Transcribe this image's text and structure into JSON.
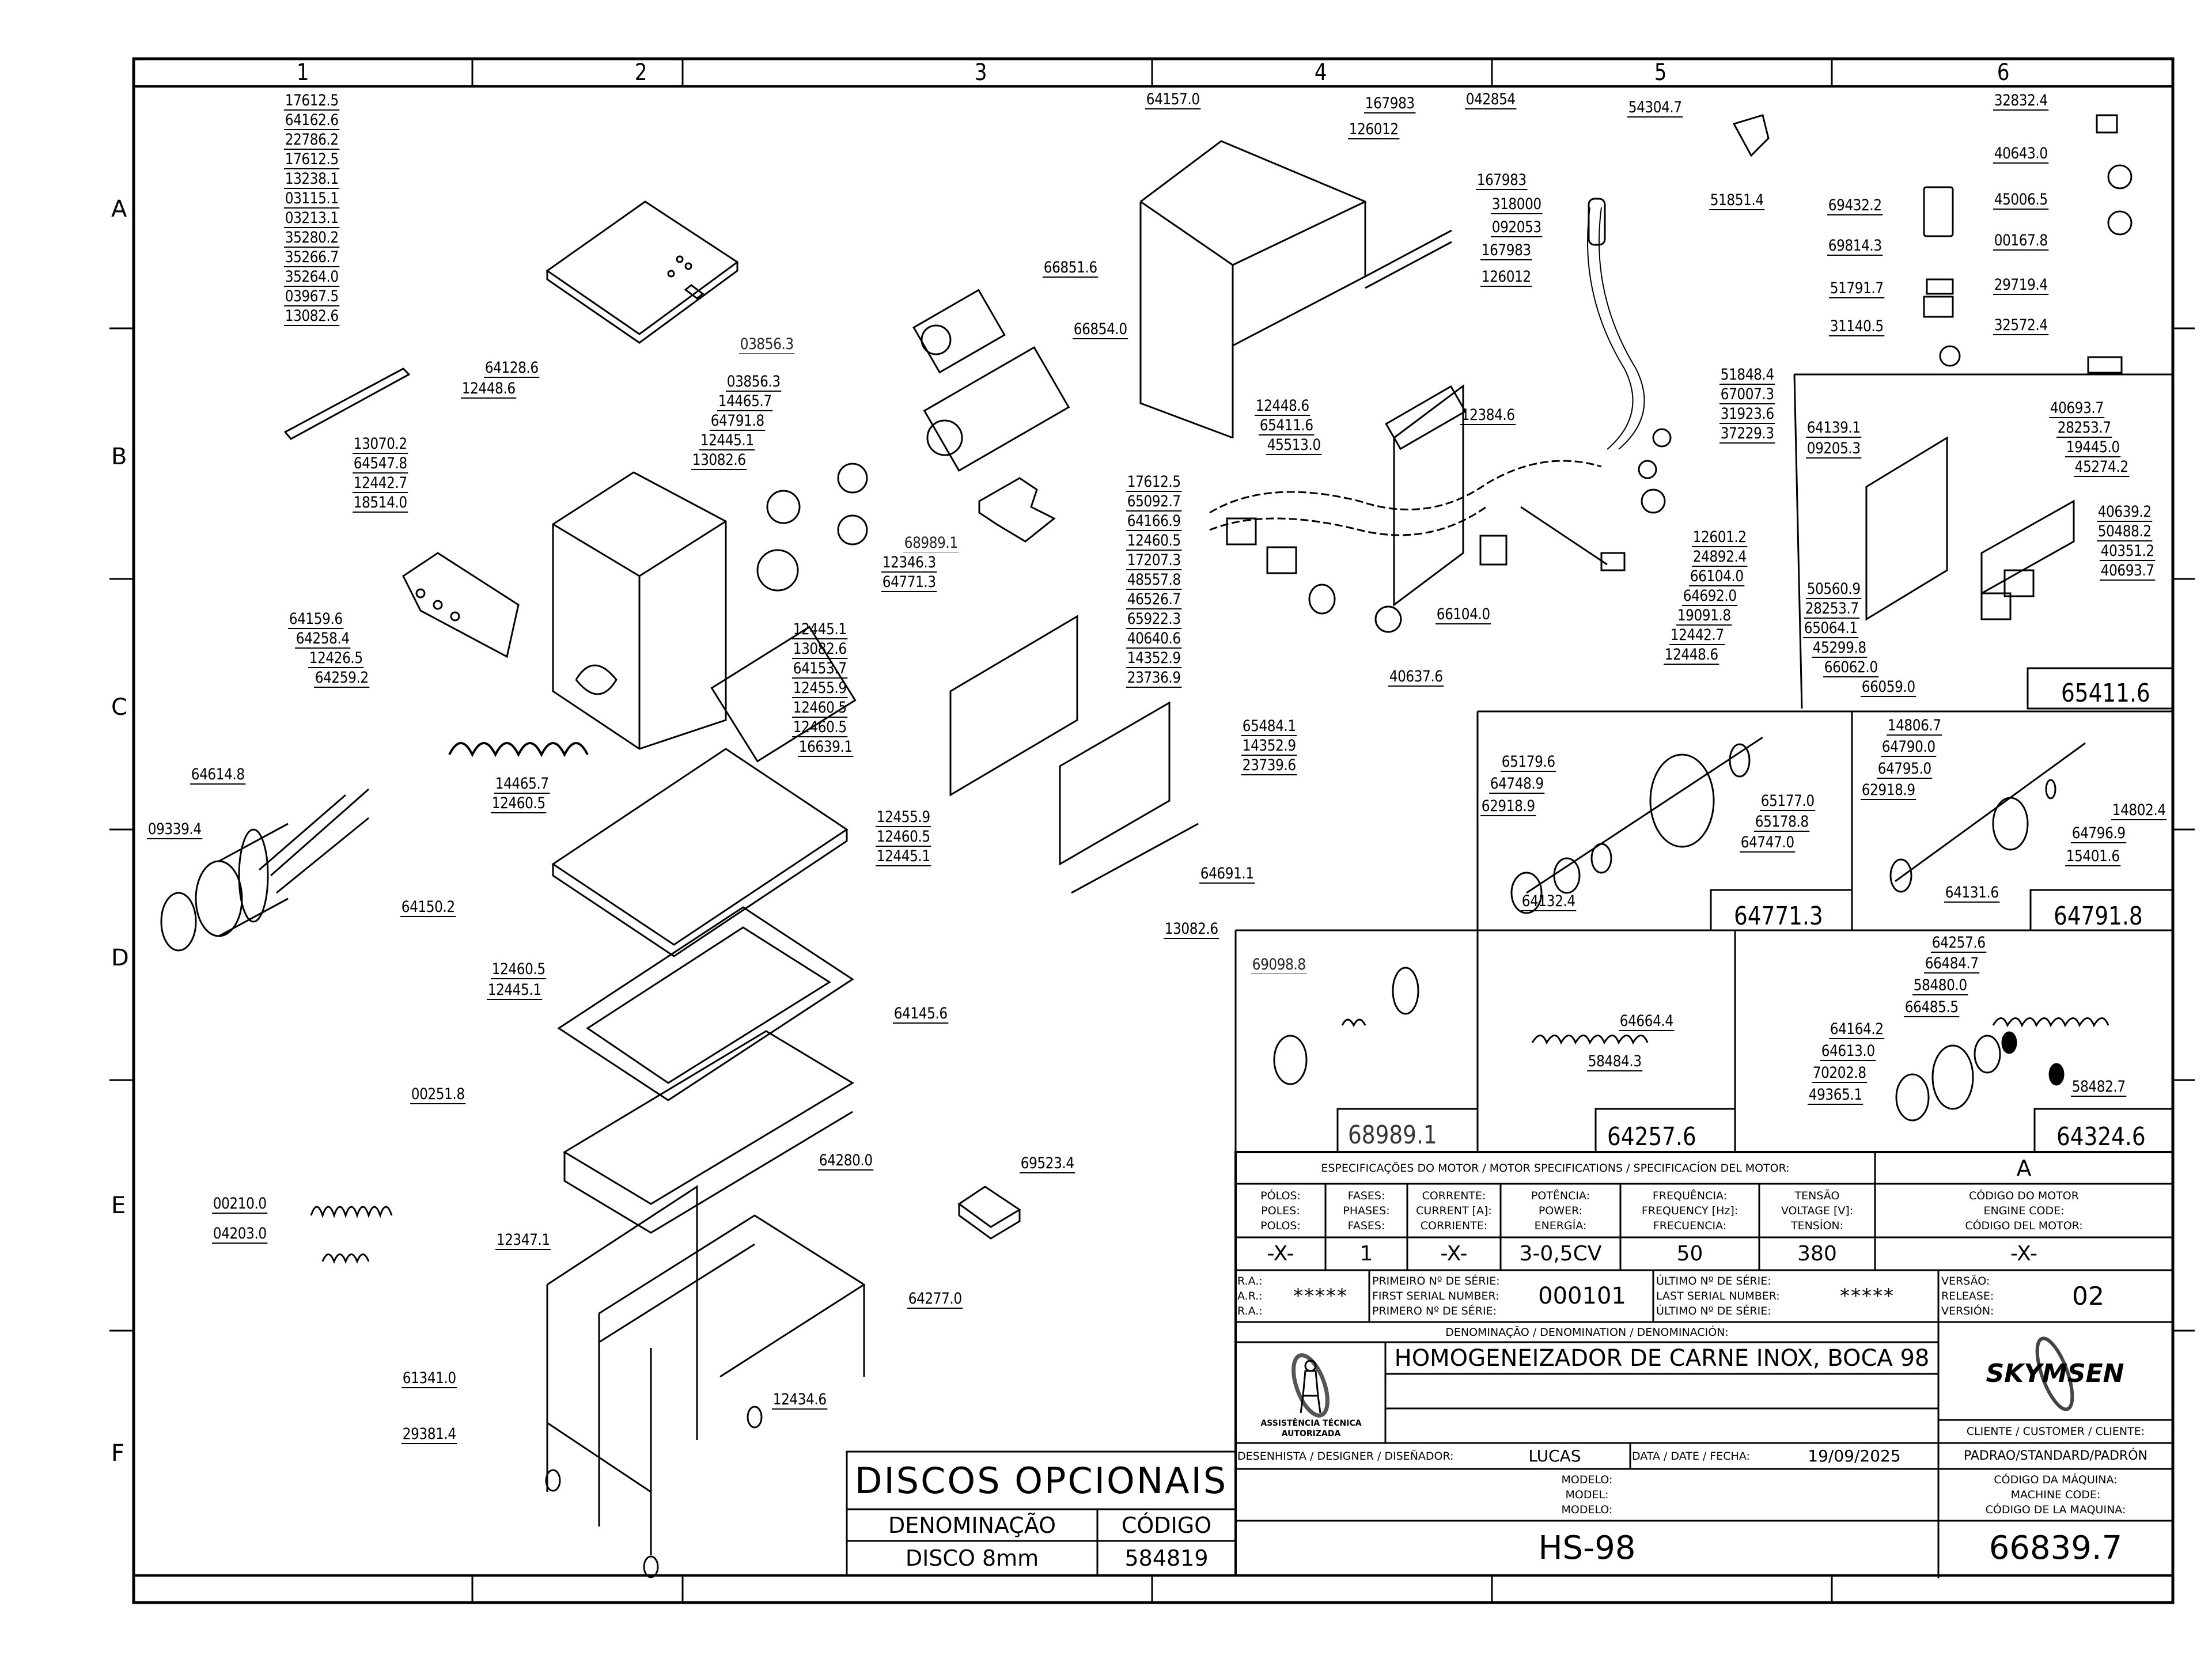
{
  "sheet": {
    "columns": [
      "1",
      "2",
      "3",
      "4",
      "5",
      "6"
    ],
    "rows": [
      "A",
      "B",
      "C",
      "D",
      "E",
      "F"
    ]
  },
  "callouts": [
    "17612.5",
    "64162.6",
    "22786.2",
    "17612.5",
    "13238.1",
    "03115.1",
    "03213.1",
    "35280.2",
    "35266.7",
    "35264.0",
    "03967.5",
    "13082.6",
    "64128.6",
    "12448.6",
    "13070.2",
    "64547.8",
    "12442.7",
    "18514.0",
    "64159.6",
    "64258.4",
    "12426.5",
    "64259.2",
    "03856.3",
    "03856.3",
    "14465.7",
    "64791.8",
    "12445.1",
    "13082.6",
    "68989.1",
    "12346.3",
    "64771.3",
    "66851.6",
    "66854.0",
    "64157.0",
    "167983",
    "042854",
    "126012",
    "167983",
    "318000",
    "092053",
    "167983",
    "126012",
    "54304.7",
    "51851.4",
    "17612.5",
    "65092.7",
    "64166.9",
    "12460.5",
    "17207.3",
    "48557.8",
    "46526.7",
    "65922.3",
    "40640.6",
    "14352.9",
    "23736.9",
    "12445.1",
    "13082.6",
    "64153.7",
    "12455.9",
    "12460.5",
    "12460.5",
    "16639.1",
    "65484.1",
    "14352.9",
    "23739.6",
    "64691.1",
    "13082.6",
    "12448.6",
    "65411.6",
    "45513.0",
    "12384.6",
    "66104.0",
    "40637.6",
    "51848.4",
    "67007.3",
    "31923.6",
    "37229.3",
    "12601.2",
    "24892.4",
    "66104.0",
    "64692.0",
    "19091.8",
    "12442.7",
    "12448.6",
    "64614.8",
    "09339.4",
    "14465.7",
    "12460.5",
    "12455.9",
    "12460.5",
    "12445.1",
    "64150.2",
    "12460.5",
    "12445.1",
    "64145.6",
    "00251.8",
    "64280.0",
    "69523.4",
    "00210.0",
    "04203.0",
    "12347.1",
    "64277.0",
    "61341.0",
    "12434.6",
    "29381.4"
  ],
  "labels_panel": {
    "left": [
      "69432.2",
      "69814.3",
      "51791.7",
      "31140.5"
    ],
    "right": [
      "32832.4",
      "40643.0",
      "45006.5",
      "00167.8",
      "29719.4",
      "32572.4"
    ]
  },
  "inset_65411": {
    "code": "65411.6",
    "callouts": [
      "64139.1",
      "09205.3",
      "40693.7",
      "28253.7",
      "19445.0",
      "45274.2",
      "40639.2",
      "50488.2",
      "40351.2",
      "40693.7",
      "50560.9",
      "28253.7",
      "65064.1",
      "45299.8",
      "66062.0",
      "66059.0"
    ]
  },
  "inset_64771": {
    "code": "64771.3",
    "callouts": [
      "65179.6",
      "64748.9",
      "62918.9",
      "65177.0",
      "65178.8",
      "64747.0",
      "64132.4"
    ]
  },
  "inset_64791": {
    "code": "64791.8",
    "callouts": [
      "14806.7",
      "64790.0",
      "64795.0",
      "62918.9",
      "14802.4",
      "64796.9",
      "15401.6",
      "64131.6"
    ]
  },
  "inset_68989": {
    "code": "68989.1",
    "callouts": [
      "69098.8"
    ]
  },
  "inset_64257": {
    "code": "64257.6",
    "callouts": [
      "64664.4",
      "58484.3"
    ]
  },
  "inset_64324": {
    "code": "64324.6",
    "callouts": [
      "64257.6",
      "66484.7",
      "58480.0",
      "66485.5",
      "64164.2",
      "64613.0",
      "70202.8",
      "49365.1",
      "58482.7"
    ]
  },
  "discs": {
    "title": "DISCOS OPCIONAIS",
    "col_name": "DENOMINAÇÃO",
    "col_code": "CÓDIGO",
    "rows": [
      {
        "name": "DISCO 8mm",
        "code": "584819"
      }
    ]
  },
  "title_block": {
    "motor_spec_header": "ESPECIFICAÇÕES DO MOTOR / MOTOR SPECIFICATIONS / SPECIFICACÍON DEL MOTOR:",
    "revision": "A",
    "spec_headers": [
      {
        "l1": "PÓLOS:",
        "l2": "POLES:",
        "l3": "POLOS:"
      },
      {
        "l1": "FASES:",
        "l2": "PHASES:",
        "l3": "FASES:"
      },
      {
        "l1": "CORRENTE:",
        "l2": "CURRENT [A]:",
        "l3": "CORRIENTE:"
      },
      {
        "l1": "POTÊNCIA:",
        "l2": "POWER:",
        "l3": "ENERGÍA:"
      },
      {
        "l1": "FREQUÊNCIA:",
        "l2": "FREQUENCY [Hz]:",
        "l3": "FRECUENCIA:"
      },
      {
        "l1": "TENSÃO",
        "l2": "VOLTAGE [V]:",
        "l3": "TENSÍON:"
      },
      {
        "l1": "CÓDIGO DO MOTOR",
        "l2": "ENGINE CODE:",
        "l3": "CÓDIGO DEL MOTOR:"
      }
    ],
    "spec_values": [
      "-X-",
      "1",
      "-X-",
      "3-0,5CV",
      "50",
      "380",
      "-X-"
    ],
    "ra": {
      "l1": "R.A.:",
      "l2": "A.R.:",
      "l3": "R.A.:",
      "value": "*****"
    },
    "first_serial": {
      "l1": "PRIMEIRO Nº DE SÉRIE:",
      "l2": "FIRST SERIAL NUMBER:",
      "l3": "PRIMERO Nº DE SÉRIE:",
      "value": "000101"
    },
    "last_serial": {
      "l1": "ÚLTIMO Nº DE SÉRIE:",
      "l2": "LAST SERIAL NUMBER:",
      "l3": "ÚLTIMO Nº DE SÉRIE:",
      "value": "*****"
    },
    "version": {
      "l1": "VERSÃO:",
      "l2": "RELEASE:",
      "l3": "VERSIÓN:",
      "value": "02"
    },
    "denomination_label": "DENOMINAÇÃO / DENOMINATION / DENOMINACIÓN:",
    "denomination": "HOMOGENEIZADOR DE CARNE INOX, BOCA 98",
    "seal_text": "ASSISTÊNCIA TÉCNICA AUTORIZADA",
    "brand": "SKYMSEN",
    "customer_label": "CLIENTE / CUSTOMER / CLIENTE:",
    "customer": "PADRAO/STANDARD/PADRÓN",
    "designer_label": "DESENHISTA / DESIGNER / DISEÑADOR:",
    "designer": "LUCAS",
    "date_label": "DATA / DATE / FECHA:",
    "date": "19/09/2025",
    "model_label": {
      "l1": "MODELO:",
      "l2": "MODEL:",
      "l3": "MODELO:"
    },
    "model": "HS-98",
    "machine_code_label": {
      "l1": "CÓDIGO DA MÁQUINA:",
      "l2": "MACHINE CODE:",
      "l3": "CÓDIGO DE LA MAQUINA:"
    },
    "machine_code": "66839.7"
  }
}
